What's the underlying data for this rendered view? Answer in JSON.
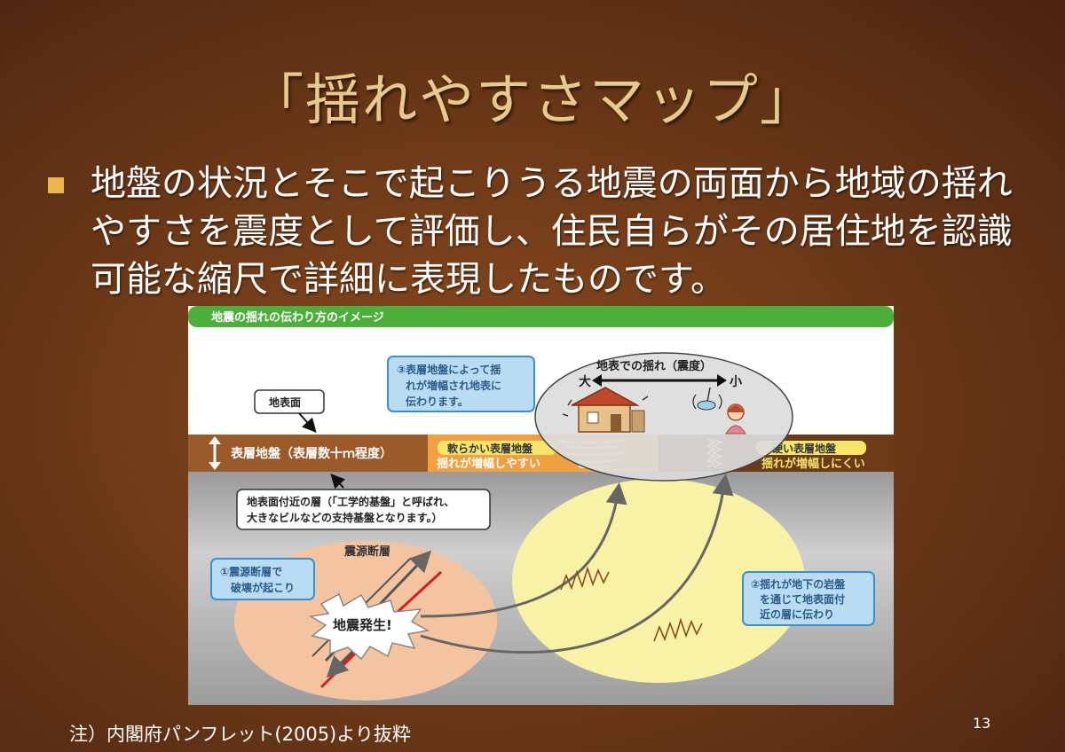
{
  "slide": {
    "title": "「揺れやすさマップ」",
    "bullet": "地盤の状況とそこで起こりうる地震の両面から地域の揺れやすさを震度として評価し、住民自らがその居住地を認識可能な縮尺で詳細に表現したものです。",
    "note": "注）内閣府パンフレット(2005)より抜粋",
    "page_number": "13"
  },
  "figure": {
    "header": "地震の揺れの伝わり方のイメージ",
    "ground_surface_label": "地表面",
    "surface_layer_label": "表層地盤（表層数十ｍ程度）",
    "soft_layer_title": "軟らかい表層地盤",
    "soft_layer_desc": "揺れが増幅しやすい",
    "hard_layer_title": "硬い表層地盤",
    "hard_layer_desc": "揺れが増幅しにくい",
    "engineering_base_line1": "地表面付近の層（「工学的基盤」と呼ばれ、",
    "engineering_base_line2": "大きなビルなどの支持基盤となります。）",
    "surface_shaking_title": "地表での揺れ（震度）",
    "large": "大",
    "small": "小",
    "step3_line1": "③表層地盤によって揺",
    "step3_line2": "れが増幅され地表に",
    "step3_line3": "伝わります。",
    "fault_label": "震源断層",
    "step1_line1": "①震源断層で",
    "step1_line2": "破壊が起こり",
    "quake_label": "地震発生!",
    "step2_line1": "②揺れが地下の岩盤",
    "step2_line2": "を通じて地表面付",
    "step2_line3": "近の層に伝わり"
  },
  "colors": {
    "title": "#e7c98b",
    "bullet_mark": "#e8b84a",
    "header_green": "#4caf3c",
    "surface_brown": "#9a5a2a",
    "soft_orange": "#f0a040",
    "hard_brown": "#6b3a18",
    "label_yellow": "#f5e66a",
    "callout_blue": "#b9dcf2",
    "callout_border": "#3a8fd0"
  }
}
